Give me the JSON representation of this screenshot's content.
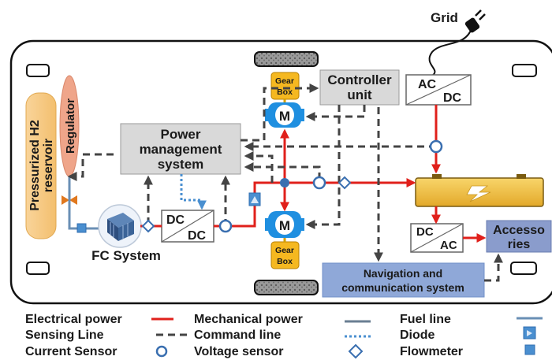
{
  "labels": {
    "grid": "Grid",
    "controller": [
      "Controller",
      "unit"
    ],
    "ac_dc": {
      "top": "AC",
      "bottom": "DC"
    },
    "gear_box": [
      "Gear",
      "Box"
    ],
    "motor": "M",
    "power_mgmt": [
      "Power",
      "management",
      "system"
    ],
    "reservoir": [
      "Pressurized H2",
      "reservoir"
    ],
    "regulator": "Regulator",
    "fc_system": "FC System",
    "dc_dc": {
      "top": "DC",
      "bottom": "DC"
    },
    "dc_ac": {
      "top": "DC",
      "bottom": "AC"
    },
    "accessories": [
      "Accesso",
      "ries"
    ],
    "navigation": [
      "Navigation and",
      "communication system"
    ]
  },
  "legend": {
    "electrical_power": "Electrical power",
    "sensing_line": "Sensing Line",
    "current_sensor": "Current Sensor",
    "mechanical_power": "Mechanical power",
    "command_line": "Command line",
    "voltage_sensor": "Voltage sensor",
    "fuel_line": "Fuel line",
    "diode": "Diode",
    "flowmeter": "Flowmeter"
  },
  "colors": {
    "electrical": "#e0201b",
    "command": "#444444",
    "sensing": "#4a8fd0",
    "fuel": "#6a8fb5",
    "sensor": "#3a6fb0",
    "box_gray": "#d9d9d9",
    "navigation": "#8fa8d8",
    "accessories": "#8a9ccc",
    "reservoir": "#f8cd86",
    "regulator": "#efa58a",
    "battery": "#f2c64e",
    "motor": "#1f8fe0",
    "gearbox": "#f5b820"
  }
}
